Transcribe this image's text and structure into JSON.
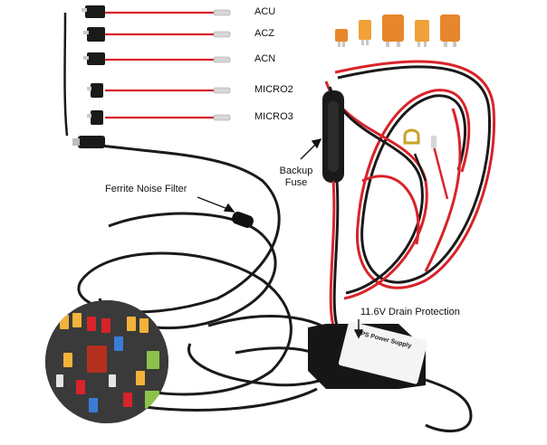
{
  "adapters": [
    {
      "label": "ACU"
    },
    {
      "label": "ACZ"
    },
    {
      "label": "ACN"
    },
    {
      "label": "MICRO2"
    },
    {
      "label": "MICRO3"
    }
  ],
  "callouts": {
    "ferrite": "Ferrite Noise Filter",
    "backup_fuse_line1": "Backup",
    "backup_fuse_line2": "Fuse",
    "drain_protection": "11.6V Drain Protection"
  },
  "power_box": {
    "title": "GPS Power Supply"
  },
  "colors": {
    "wire_red": "#d8232a",
    "wire_black": "#1a1a1a",
    "fuse_orange": "#e8862c"
  }
}
